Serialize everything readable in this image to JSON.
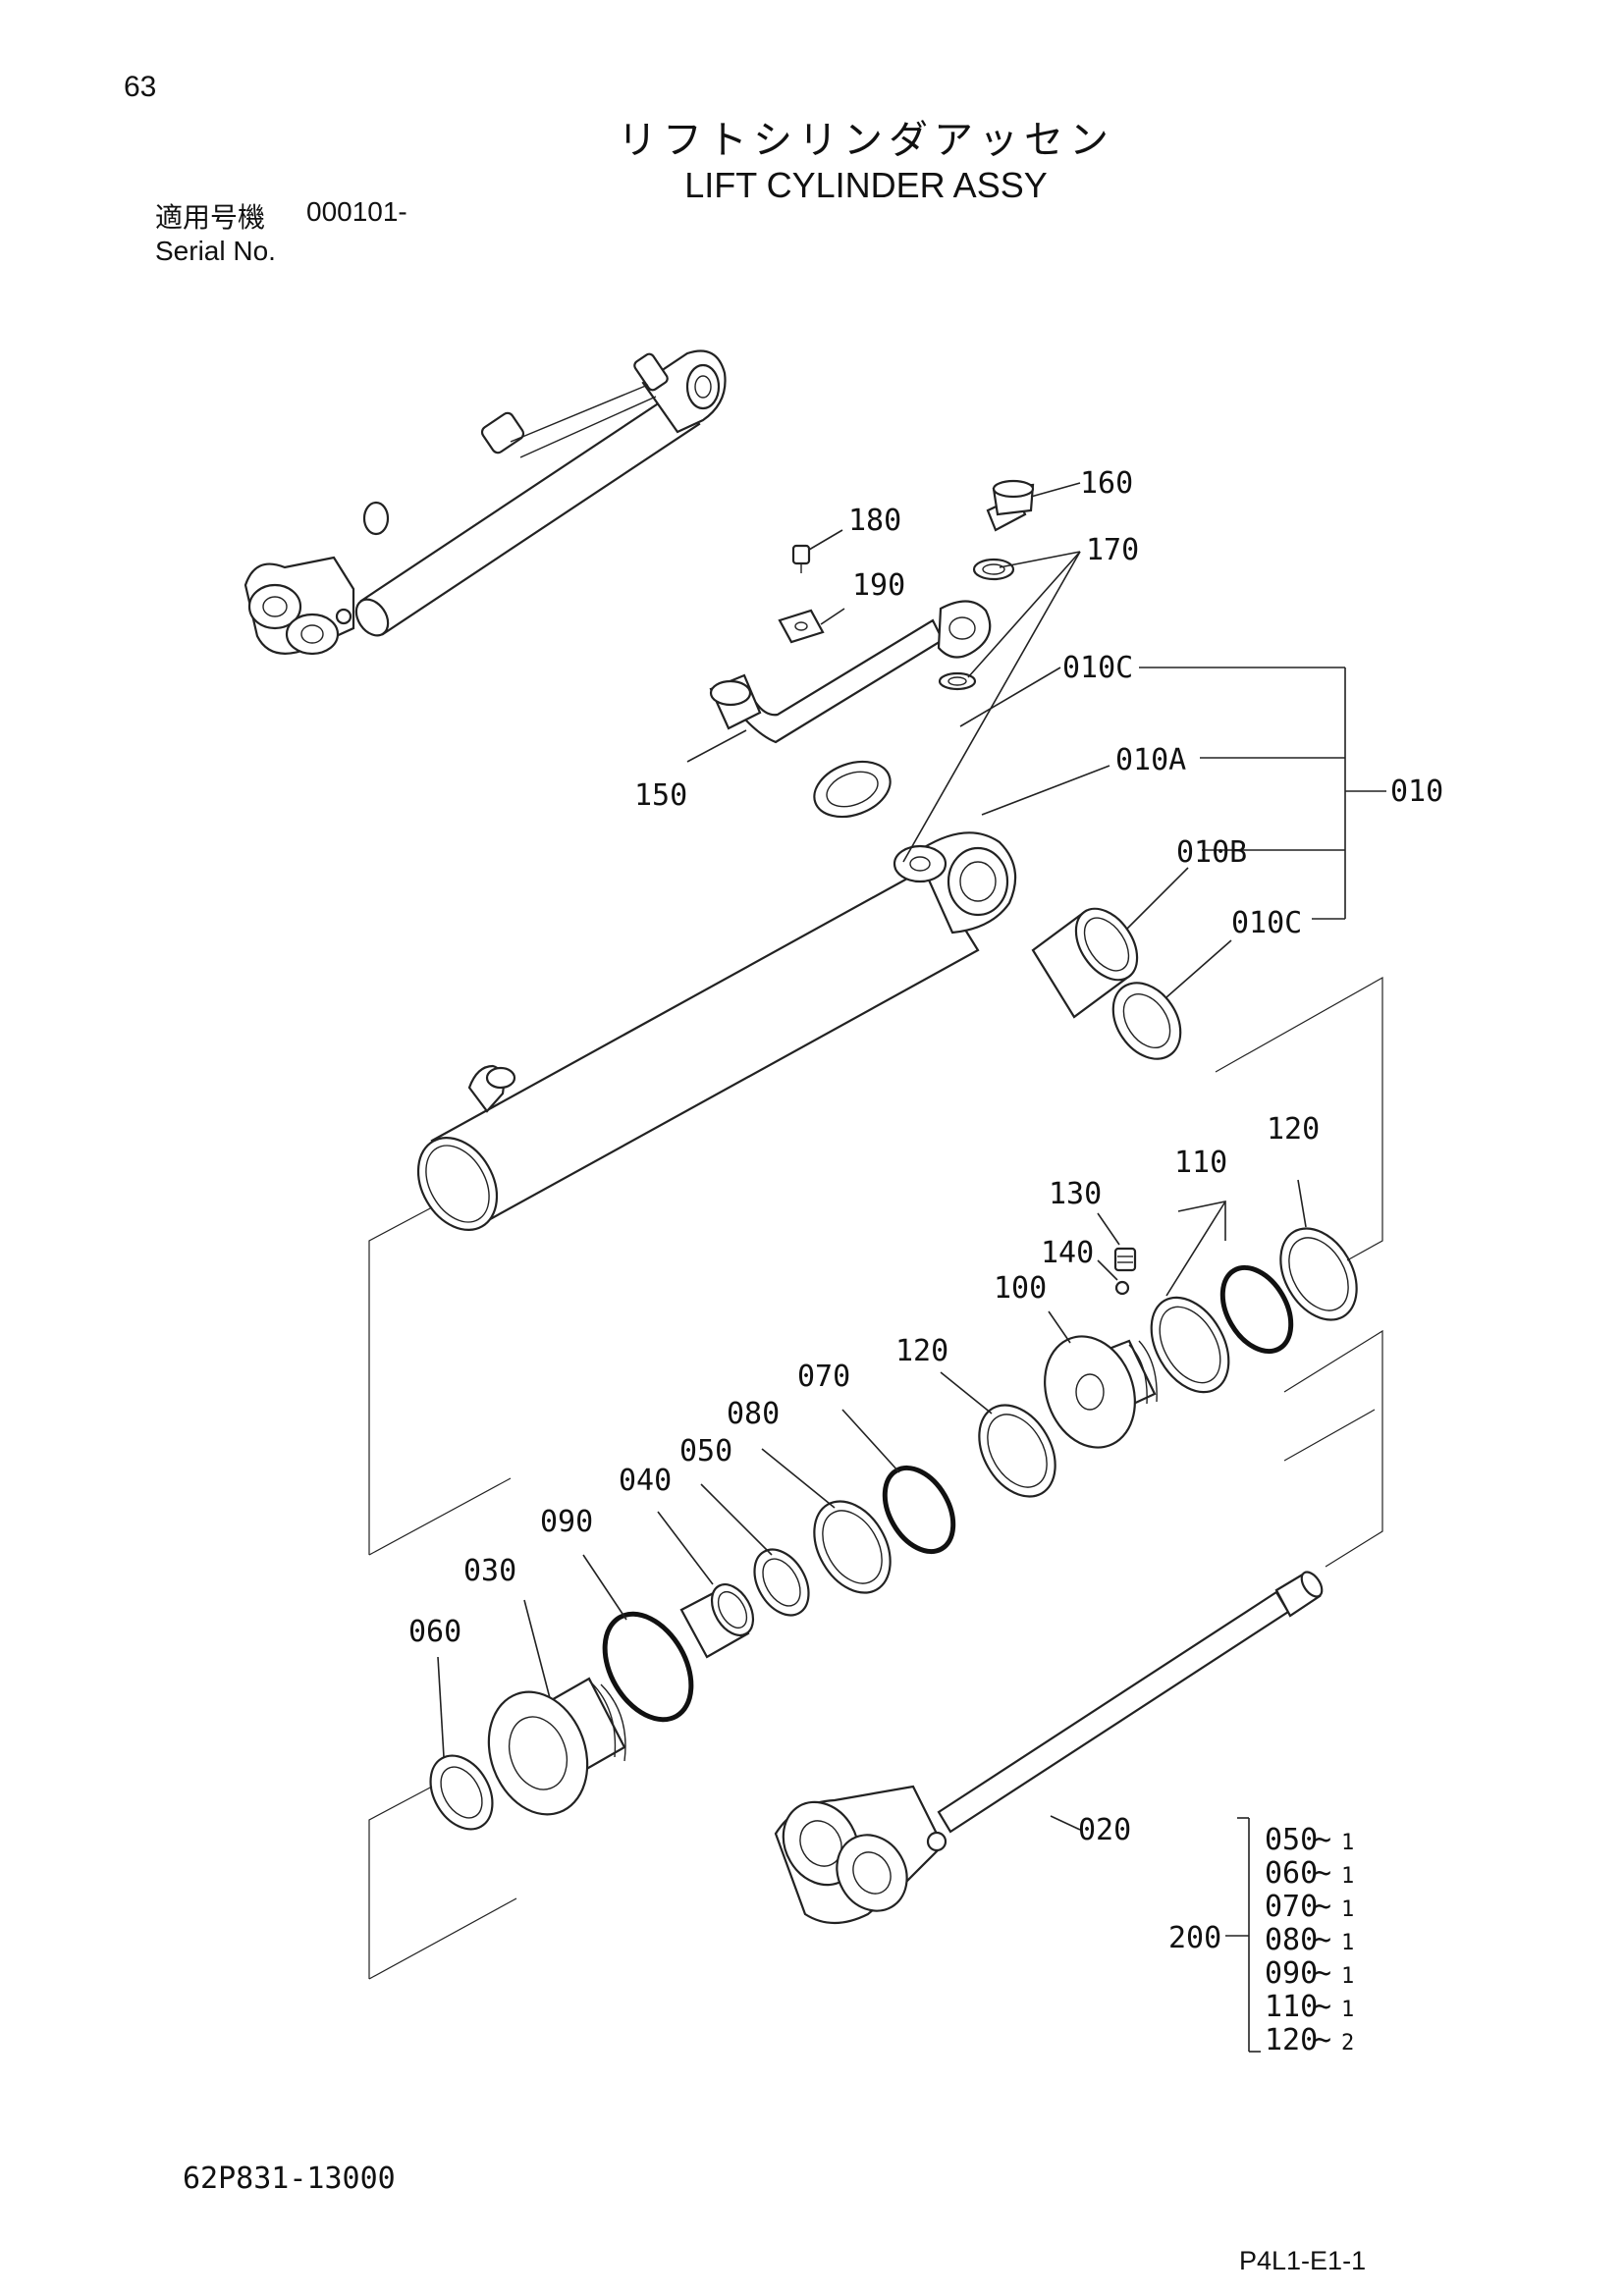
{
  "header": {
    "page_number": "63",
    "title_jp": "リフトシリンダアッセン",
    "title_en": "LIFT CYLINDER ASSY",
    "serial_label_jp": "適用号機",
    "serial_value": "000101-",
    "serial_label_en": "Serial No."
  },
  "callouts": {
    "p160": "160",
    "p180": "180",
    "p170": "170",
    "p190": "190",
    "p150": "150",
    "p010C_top": "010C",
    "p010A": "010A",
    "p010": "010",
    "p010B": "010B",
    "p010C_bottom": "010C",
    "p120_top": "120",
    "p110": "110",
    "p130": "130",
    "p140": "140",
    "p100": "100",
    "p120_mid": "120",
    "p070": "070",
    "p080": "080",
    "p050": "050",
    "p040": "040",
    "p090": "090",
    "p030": "030",
    "p060": "060",
    "p020": "020",
    "p200": "200"
  },
  "kit_200": [
    {
      "part": "050",
      "qty": "1"
    },
    {
      "part": "060",
      "qty": "1"
    },
    {
      "part": "070",
      "qty": "1"
    },
    {
      "part": "080",
      "qty": "1"
    },
    {
      "part": "090",
      "qty": "1"
    },
    {
      "part": "110",
      "qty": "1"
    },
    {
      "part": "120",
      "qty": "2"
    }
  ],
  "footer": {
    "part_number": "62P831-13000",
    "page_code": "P4L1-E1-1"
  }
}
